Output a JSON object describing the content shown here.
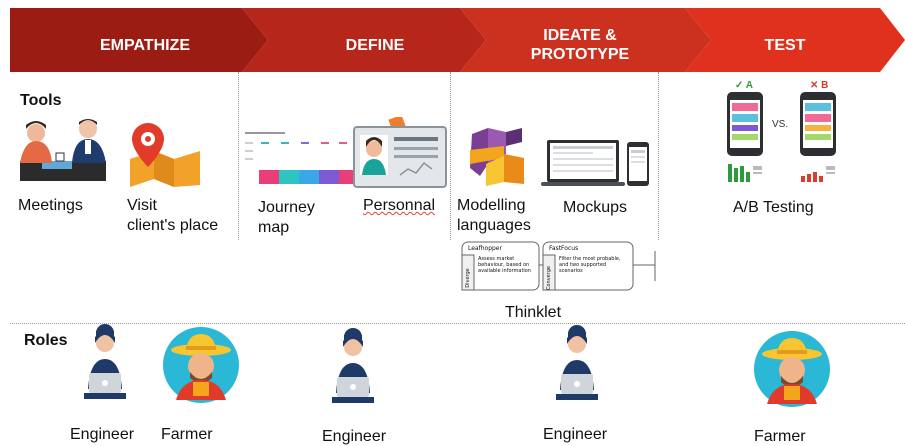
{
  "phases": [
    {
      "label": "EMPATHIZE"
    },
    {
      "label": "DEFINE"
    },
    {
      "label": "IDEATE &\nPROTOTYPE"
    },
    {
      "label": "TEST"
    }
  ],
  "colors": {
    "phase_dark": "#9b1c12",
    "phase_mid": "#b7261a",
    "phase_light": "#d63a22",
    "phase_test": "#e0311f"
  },
  "tools": {
    "title": "Tools",
    "meetings": "Meetings",
    "visit_line1": "Visit",
    "visit_line2": "client's place",
    "journey_line1": "Journey",
    "journey_line2": "map",
    "personnal": "Personnal",
    "modelling_line1": "Modelling",
    "modelling_line2": "languages",
    "mockups": "Mockups",
    "ab_testing": "A/B Testing",
    "thinklet": "Thinklet",
    "ab_a": "✓ A",
    "ab_b": "✕ B",
    "ab_vs": "VS.",
    "thinklet_card1_title": "Leafhopper",
    "thinklet_card1_side": "Diverge",
    "thinklet_card1_text": "Assess market behaviour, based on available information",
    "thinklet_card2_title": "FastFocus",
    "thinklet_card2_side": "Converge",
    "thinklet_card2_text": "Filter the most probable, and two supported scenarios"
  },
  "roles": {
    "title": "Roles",
    "empathize_engineer": "Engineer",
    "empathize_farmer": "Farmer",
    "define_engineer": "Engineer",
    "ideate_engineer": "Engineer",
    "test_farmer": "Farmer"
  }
}
